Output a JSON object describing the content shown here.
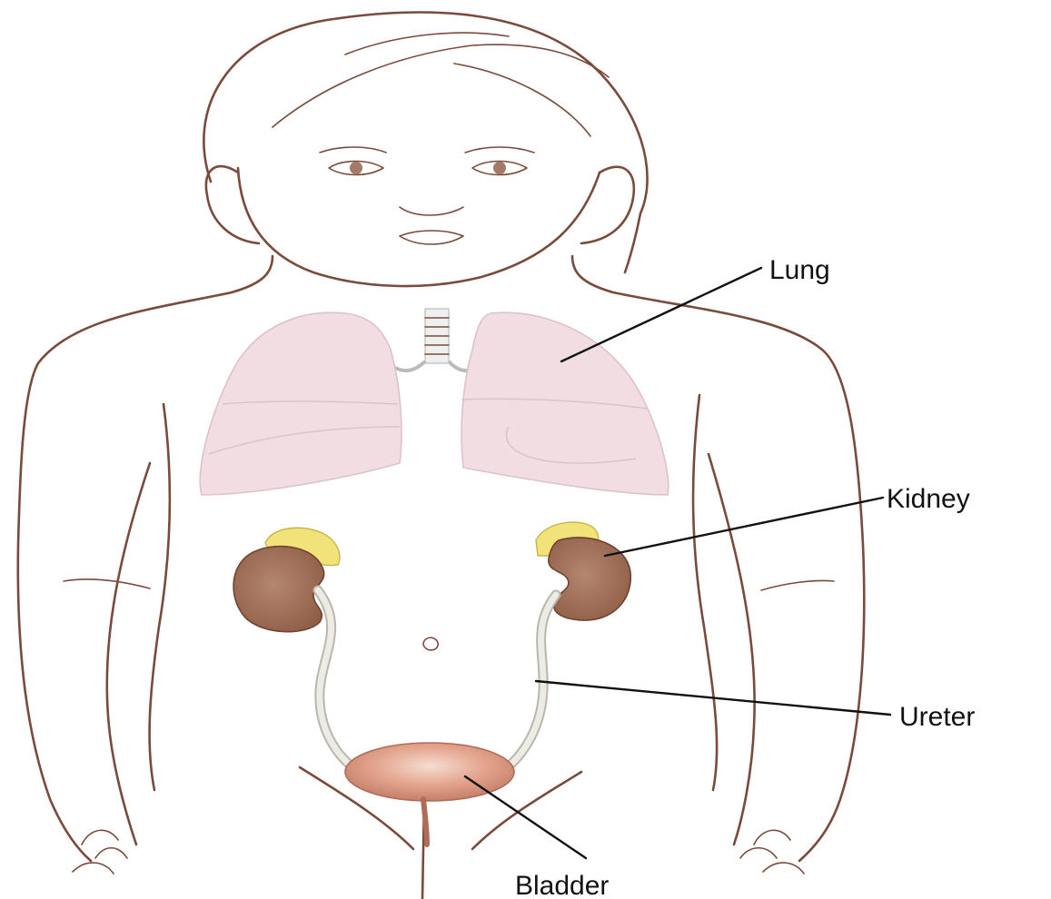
{
  "labels": {
    "lung": "Lung",
    "kidney": "Kidney",
    "ureter": "Ureter",
    "bladder": "Bladder"
  },
  "colors": {
    "outline": "#7a4a3a",
    "lung_fill": "#f1dde2",
    "kidney_fill": "#9a6a52",
    "adrenal_fill": "#f1e27a",
    "bladder_fill": "#e3a48d",
    "ureter_fill": "#ecebe4",
    "leader_line": "#111111"
  }
}
